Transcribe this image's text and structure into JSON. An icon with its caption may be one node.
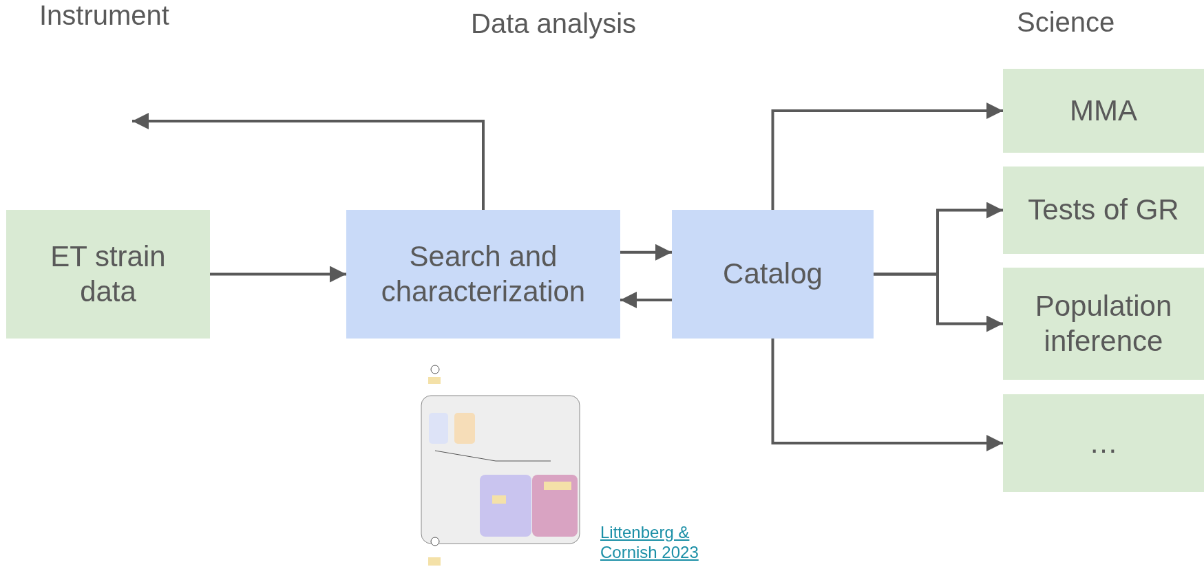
{
  "diagram": {
    "nodes": [
      {
        "text": [
          "ET strain data"
        ]
      },
      {
        "text": [
          "Search and characterization"
        ]
      },
      {
        "text": [
          "Catalog"
        ]
      },
      {
        "text": [
          "MMA"
        ]
      },
      {
        "text": [
          "Tests of GR"
        ]
      },
      {
        "text": [
          "Population inference"
        ]
      },
      {
        "text": [
          "…"
        ]
      }
    ],
    "edges": [
      {
        "from": 0,
        "to": 1,
        "arrow": "to"
      },
      {
        "from": 1,
        "to": null,
        "arrow": "to"
      },
      {
        "from": 1,
        "to": 2,
        "arrow": "to"
      },
      {
        "from": 2,
        "to": 1,
        "arrow": "to"
      },
      {
        "from": 2,
        "to": 3,
        "arrow": "to"
      },
      {
        "from": 2,
        "to": 4,
        "arrow": "to"
      },
      {
        "from": 2,
        "to": 5,
        "arrow": "to"
      },
      {
        "from": 2,
        "to": 6,
        "arrow": "to"
      }
    ],
    "labels": [
      "Instrument",
      "Data analysis",
      "Science",
      "Littenberg & Cornish 2023"
    ]
  }
}
